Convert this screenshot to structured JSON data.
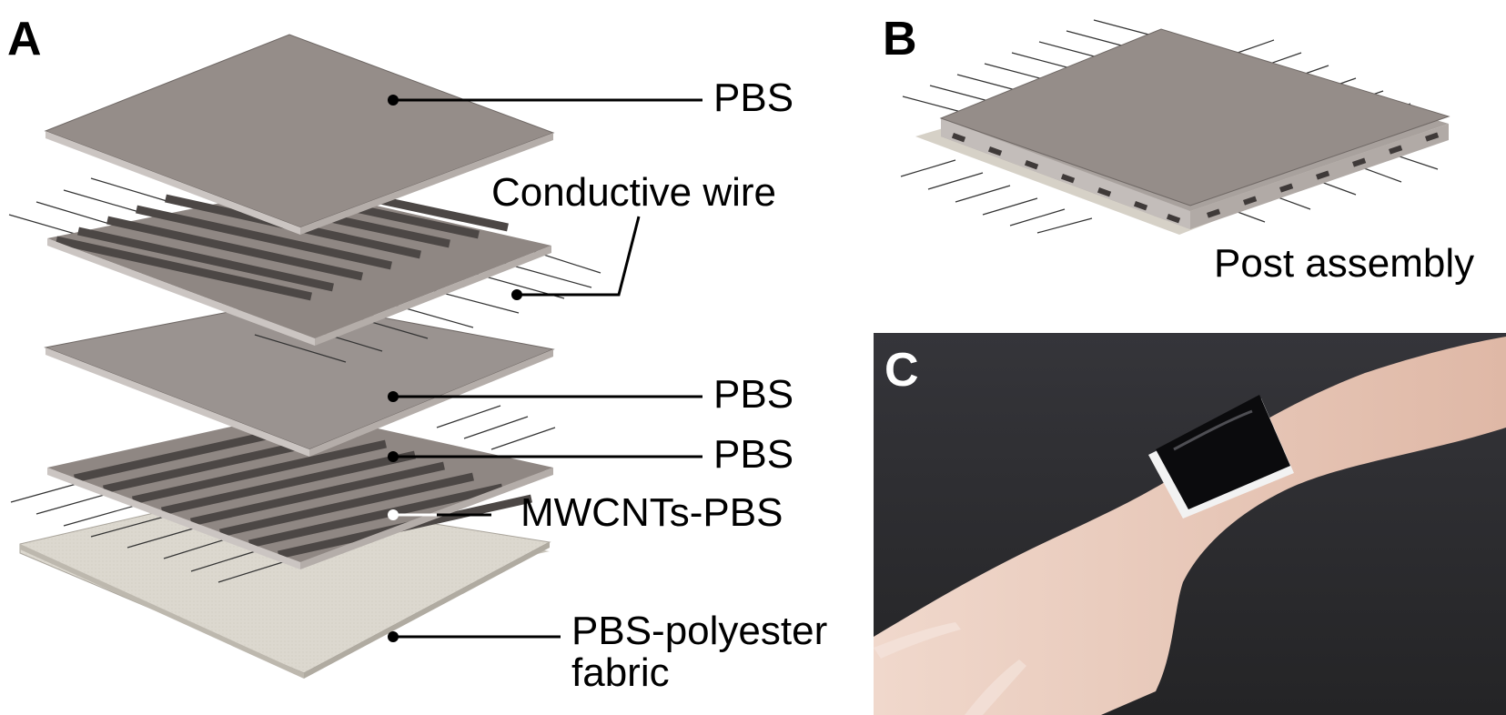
{
  "panels": {
    "a": {
      "letter": "A"
    },
    "b": {
      "letter": "B",
      "caption": "Post assembly"
    },
    "c": {
      "letter": "C"
    }
  },
  "labels": {
    "pbs_top": "PBS",
    "conductive_wire": "Conductive wire",
    "pbs_middle": "PBS",
    "pbs_lower": "PBS",
    "mwcnts": "MWCNTs-PBS",
    "fabric_line1": "PBS-polyester",
    "fabric_line2": "fabric"
  },
  "colors": {
    "pbs_layer": "#958d89",
    "pbs_edge": "#c8c2bf",
    "stripe": "#55504e",
    "fabric": "#dcd8cf",
    "photo_bg": "#2e2e30",
    "skin": "#e8cbbd",
    "band": "#0b0b0d"
  }
}
